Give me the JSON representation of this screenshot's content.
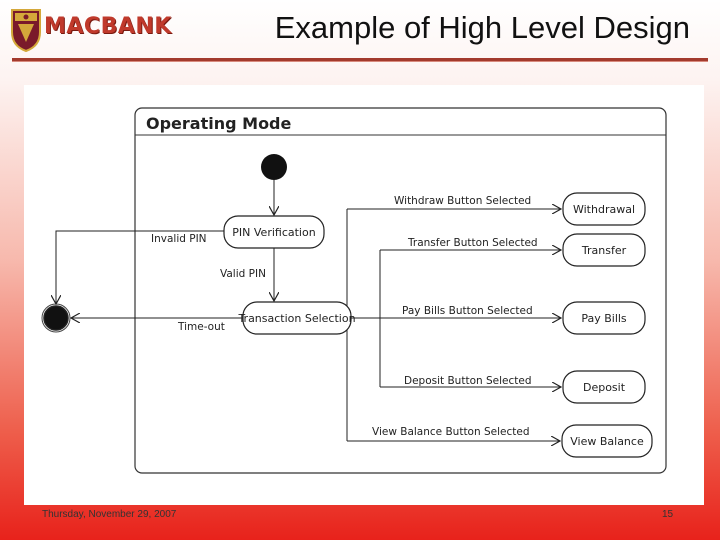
{
  "header": {
    "logo_text": "MACBANK",
    "title": "Example of High Level Design",
    "brand_color": "#c0392b"
  },
  "diagram": {
    "frame_title": "Operating Mode",
    "states": {
      "pin_verification": "PIN Verification",
      "transaction_selection": "Transaction Selection",
      "withdrawal": "Withdrawal",
      "transfer": "Transfer",
      "pay_bills": "Pay Bills",
      "deposit": "Deposit",
      "view_balance": "View Balance"
    },
    "transitions": {
      "invalid_pin": "Invalid PIN",
      "valid_pin": "Valid PIN",
      "time_out": "Time-out",
      "withdraw_selected": "Withdraw Button Selected",
      "transfer_selected": "Transfer Button Selected",
      "pay_bills_selected": "Pay Bills Button Selected",
      "deposit_selected": "Deposit Button Selected",
      "view_balance_selected": "View Balance Button Selected"
    }
  },
  "footer": {
    "date": "Thursday, November 29, 2007",
    "page_number": "15"
  }
}
